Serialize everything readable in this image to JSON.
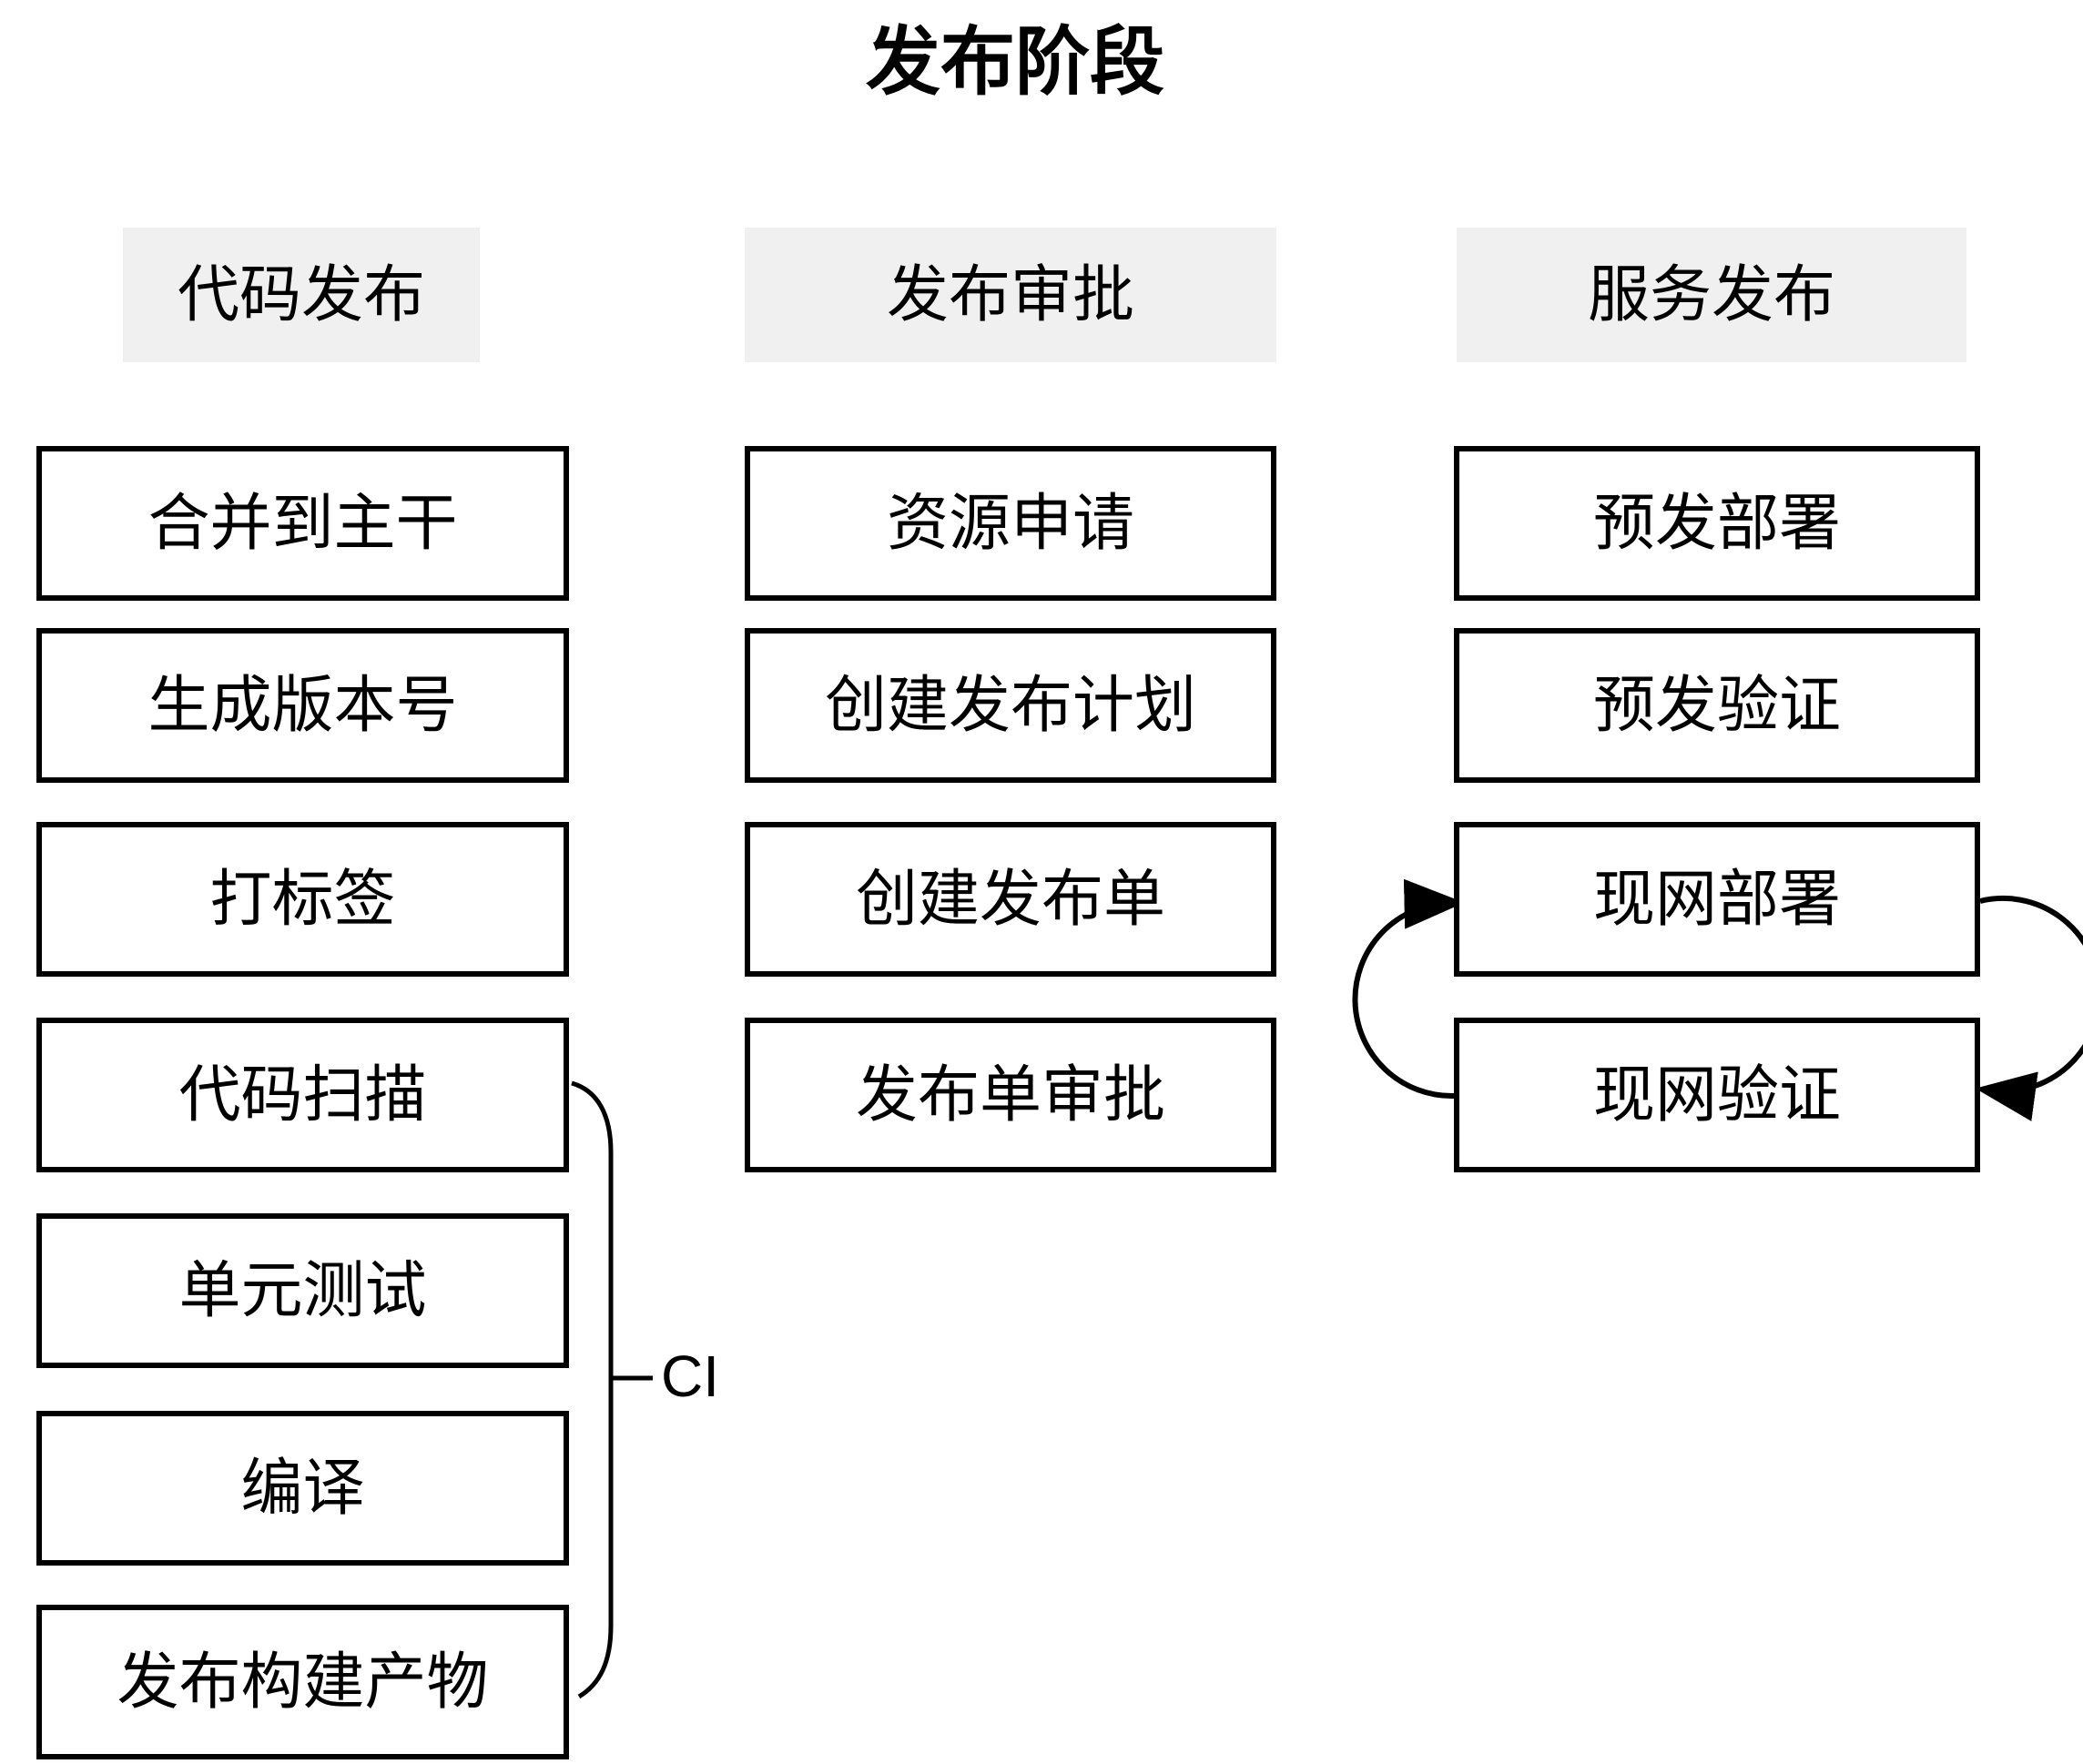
{
  "title": "发布阶段",
  "ci_label": "CI",
  "colors": {
    "line": "#000000",
    "header_bg": "#f0f0f0",
    "box_bg": "#ffffff",
    "text": "#000000"
  },
  "columns": [
    {
      "header": "代码发布",
      "boxes": [
        "合并到主干",
        "生成版本号",
        "打标签",
        "代码扫描",
        "单元测试",
        "编译",
        "发布构建产物"
      ]
    },
    {
      "header": "发布审批",
      "boxes": [
        "资源申请",
        "创建发布计划",
        "创建发布单",
        "发布单审批"
      ]
    },
    {
      "header": "服务发布",
      "boxes": [
        "预发部署",
        "预发验证",
        "现网部署",
        "现网验证"
      ]
    }
  ]
}
